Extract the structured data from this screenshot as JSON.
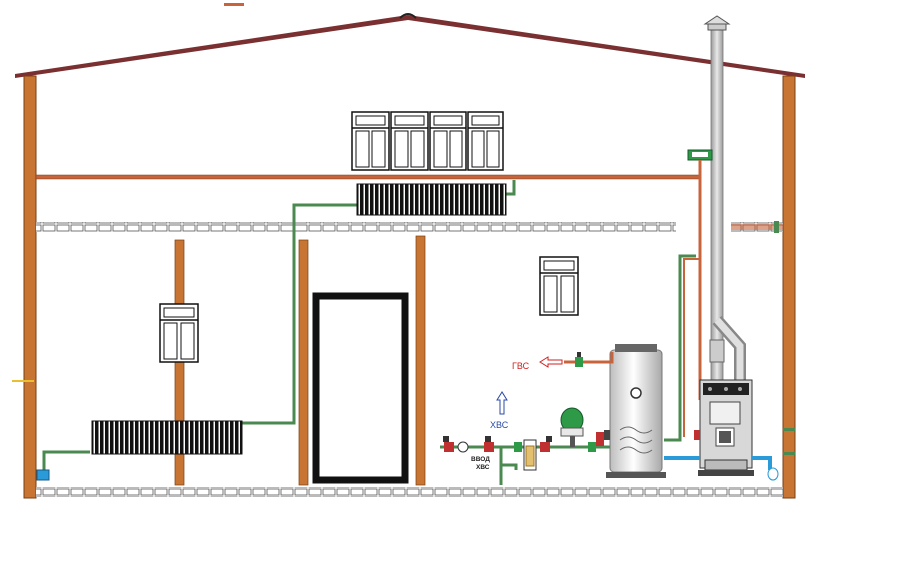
{
  "labels": {
    "hot_water": "ГВС",
    "cold_water": "ХВС",
    "cold_water_inlet_line1": "ВВОД",
    "cold_water_inlet_line2": "ХВС"
  },
  "colors": {
    "wall_brick": "#c87533",
    "wall_outline": "#7a3f12",
    "roof": "#8a3a3a",
    "hot_pipe": "#c8643c",
    "heating_pipe": "#4a8a50",
    "cold_pipe_blue": "#2a9ad8",
    "radiator": "#111111",
    "tank_body": "#e8e8e8",
    "expansion_tank": "#2e9a48",
    "label_red": "#d02020",
    "label_blue": "#2a4aa8"
  },
  "icons": [
    "chimney-icon",
    "radiator-icon",
    "window-icon",
    "boiler-icon",
    "water-heater-icon",
    "expansion-tank-icon",
    "valve-icon",
    "filter-icon",
    "arrow-up-icon",
    "arrow-left-icon"
  ]
}
